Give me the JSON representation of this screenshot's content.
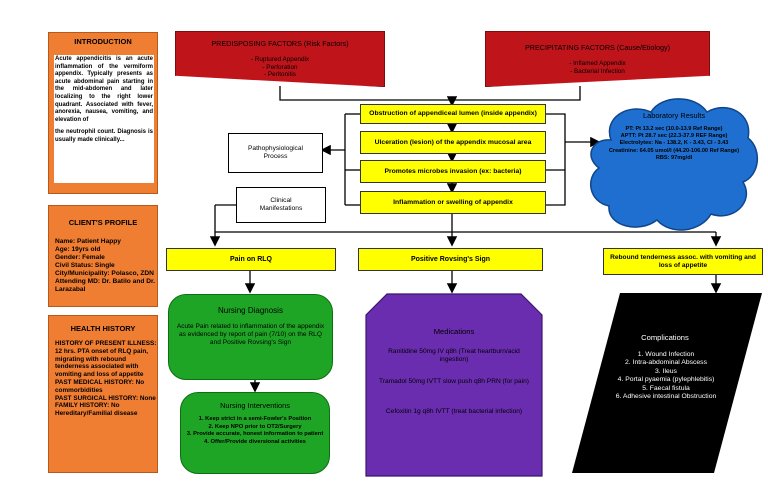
{
  "introduction": {
    "title": "INTRODUCTION",
    "text": "Acute appendicitis is an acute inflammation of the vermiform appendix. Typically presents as acute abdominal pain starting in the mid-abdomen and later localizing to the right lower quadrant. Associated with fever, anorexia, nausea, vomiting, and elevation of",
    "text_cont": "the neutrophil count. Diagnosis is usually made clinically..."
  },
  "client_profile": {
    "title": "CLIENT'S PROFILE",
    "text": "Name: Patient Happy\nAge: 19yrs old\nGender: Female\nCivil Status: Single\nCity/Municipality: Polasco, ZDN\nAttending MD: Dr. Batilo and Dr. Larazabal"
  },
  "health_history": {
    "title": "HEALTH HISTORY",
    "text": "HISTORY OF PRESENT ILLNESS: 12 hrs. PTA onset of RLQ pain, migrating with rebound tenderness associated with vomiting and loss of appetite\nPAST MEDICAL HISTORY: No commorbidities\nPAST SURGICAL HISTORY: None\nFAMILY HISTORY: No Hereditary/Familial disease"
  },
  "predisposing": {
    "title": "PREDISPOSING FACTORS (Risk Factors)",
    "items": "- Ruptured Appendix\n- Perforation\n- Peritonitis"
  },
  "precipitating": {
    "title": "PRECIPITATING FACTORS (Cause/Etiology)",
    "items": "- Inflamed Appendix\n- Bacterial Infection"
  },
  "process": {
    "step1": "Obstruction of appendiceal lumen (inside appendix)",
    "step2": "Ulceration (lesion) of the appendix mucosal area",
    "step3": "Promotes microbes invasion (ex: bacteria)",
    "step4": "Inflammation or swelling of appendix"
  },
  "labels": {
    "pathophysiological": "Pathophysiological Process",
    "clinical": "Clinical Manifestations"
  },
  "lab": {
    "title": "Laboratory Results",
    "text": "PT: Pt 13.2 sec (10.0-13.9 Ref Range)\nAPTT: Pt 28.7 sec (22.3-37.9 REF Range)\nElectrolytes: Na - 138.2, K - 3.43, Cl - 3.43\nCreatinine: 64.05 umol/l (44.20-106.00 Ref Range)\nRBS: 97mg/dl"
  },
  "manifestations": {
    "pain": "Pain on RLQ",
    "rovsing": "Positive Rovsing's Sign",
    "rebound": "Rebound tenderness assoc. with vomiting and loss of appetite"
  },
  "nursing_diagnosis": {
    "title": "Nursing Diagnosis",
    "text": "Acute Pain related to inflammation of the appendix as evidenced by report of pain (7/10) on the RLQ and Positive Rovsing's Sign"
  },
  "medications": {
    "title": "Medications",
    "item1": "Ranitidine 50mg IV q8h (Treat heartburn/acid ingestion)",
    "item2": "Tramadol 50mg IVTT slow push q8h PRN (for pain)",
    "item3": "Cefoxitin 1g q8h IVTT (treat bacterial infection)"
  },
  "complications": {
    "title": "Complications",
    "text": "1. Wound Infection\n2. Intra-abdominal Abscess\n3. Ileus\n4. Portal pyaemia (pylephlebitis)\n5. Faecal fistula\n6. Adhesive intestinal Obstruction"
  },
  "nursing_interventions": {
    "title": "Nursing Interventions",
    "text": "1. Keep strict in a semi-Fowler's Position\n2. Keep NPO prior to OT2/Surgery\n3. Provide accurate, honest information to patient\n4. Offer/Provide diversional activities"
  },
  "colors": {
    "orange": "#ef7d32",
    "red": "#c0141b",
    "yellow": "#ffff00",
    "blue_cloud": "#1e6fcf",
    "green": "#1fa525",
    "purple": "#6a2db0",
    "black": "#000000"
  }
}
